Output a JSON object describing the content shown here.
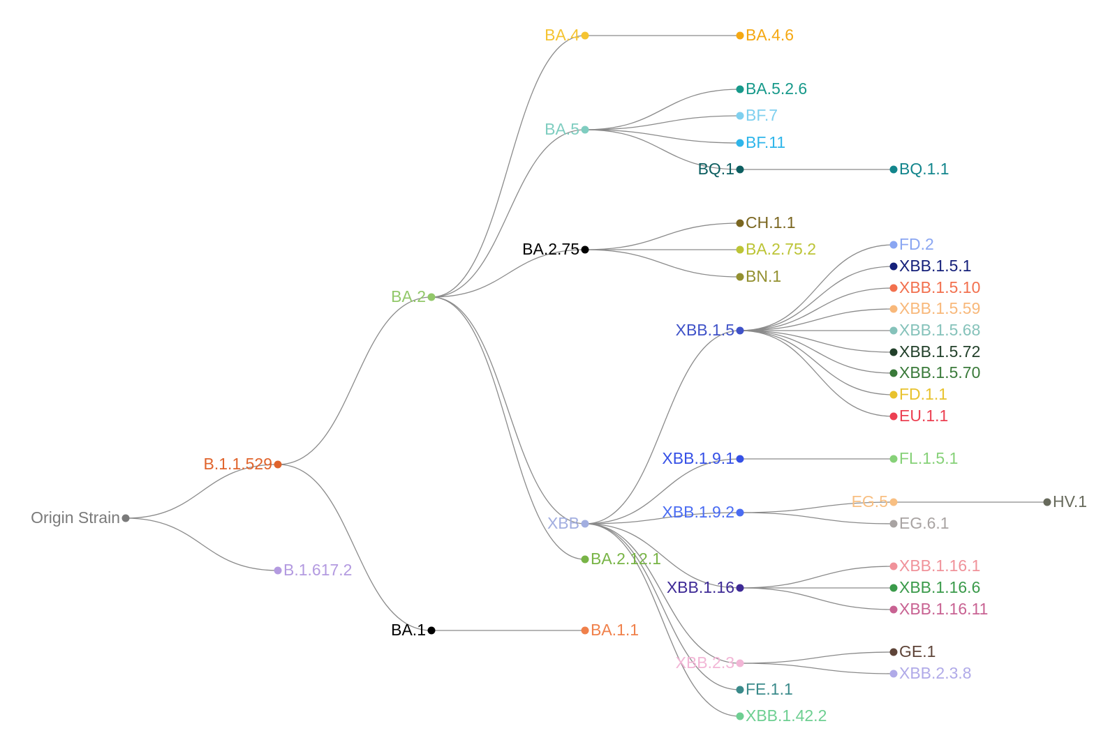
{
  "tree": {
    "name": "Origin Strain",
    "color": "#7a7a7a",
    "children": [
      {
        "name": "B.1.1.529",
        "color": "#e0632b",
        "children": [
          {
            "name": "BA.2",
            "color": "#92c86a",
            "children": [
              {
                "name": "BA.4",
                "color": "#f5c432",
                "children": [
                  {
                    "name": "BA.4.6",
                    "color": "#f5a812"
                  }
                ]
              },
              {
                "name": "BA.5",
                "color": "#7fcdc0",
                "children": [
                  {
                    "name": "BA.5.2.6",
                    "color": "#17998a"
                  },
                  {
                    "name": "BF.7",
                    "color": "#7fd0ef"
                  },
                  {
                    "name": "BF.11",
                    "color": "#2eb5ea"
                  },
                  {
                    "name": "BQ.1",
                    "color": "#0c5e60",
                    "children": [
                      {
                        "name": "BQ.1.1",
                        "color": "#12858c"
                      }
                    ]
                  }
                ]
              },
              {
                "name": "BA.2.75",
                "color": "#000000",
                "children": [
                  {
                    "name": "CH.1.1",
                    "color": "#7a6620"
                  },
                  {
                    "name": "BA.2.75.2",
                    "color": "#bcc436"
                  },
                  {
                    "name": "BN.1",
                    "color": "#939030"
                  }
                ]
              },
              {
                "name": "XBB",
                "color": "#a2aee0",
                "children": [
                  {
                    "name": "XBB.1.5",
                    "color": "#3f52c8",
                    "children": [
                      {
                        "name": "FD.2",
                        "color": "#8aa6f2"
                      },
                      {
                        "name": "XBB.1.5.1",
                        "color": "#15207a"
                      },
                      {
                        "name": "XBB.1.5.10",
                        "color": "#f2704e"
                      },
                      {
                        "name": "XBB.1.5.59",
                        "color": "#f8b87a"
                      },
                      {
                        "name": "XBB.1.5.68",
                        "color": "#85c2ba"
                      },
                      {
                        "name": "XBB.1.5.72",
                        "color": "#22402a"
                      },
                      {
                        "name": "XBB.1.5.70",
                        "color": "#3a7a3a"
                      },
                      {
                        "name": "FD.1.1",
                        "color": "#e8c22e"
                      },
                      {
                        "name": "EU.1.1",
                        "color": "#ec4052"
                      }
                    ]
                  },
                  {
                    "name": "XBB.1.9.1",
                    "color": "#3550e6",
                    "children": [
                      {
                        "name": "FL.1.5.1",
                        "color": "#86d178"
                      }
                    ]
                  },
                  {
                    "name": "XBB.1.9.2",
                    "color": "#4a6cf2",
                    "children": [
                      {
                        "name": "EG.5",
                        "color": "#f8bf82",
                        "children": [
                          {
                            "name": "HV.1",
                            "color": "#676a5c"
                          }
                        ]
                      },
                      {
                        "name": "EG.6.1",
                        "color": "#a8a3a2"
                      }
                    ]
                  },
                  {
                    "name": "XBB.1.16",
                    "color": "#3e2a96",
                    "children": [
                      {
                        "name": "XBB.1.16.1",
                        "color": "#f0929a"
                      },
                      {
                        "name": "XBB.1.16.6",
                        "color": "#3a9a4a"
                      },
                      {
                        "name": "XBB.1.16.11",
                        "color": "#c86292"
                      }
                    ]
                  },
                  {
                    "name": "XBB.2.3",
                    "color": "#f2b6d6",
                    "children": [
                      {
                        "name": "GE.1",
                        "color": "#5e4438"
                      },
                      {
                        "name": "XBB.2.3.8",
                        "color": "#b0aae8"
                      }
                    ]
                  },
                  {
                    "name": "FE.1.1",
                    "color": "#3a8a8a"
                  },
                  {
                    "name": "XBB.1.42.2",
                    "color": "#6ecf92"
                  }
                ]
              },
              {
                "name": "BA.2.12.1",
                "color": "#78b446"
              }
            ]
          },
          {
            "name": "BA.1",
            "color": "#000000",
            "children": [
              {
                "name": "BA.1.1",
                "color": "#f0804a"
              }
            ]
          }
        ]
      },
      {
        "name": "B.1.617.2",
        "color": "#b39ae0"
      }
    ]
  },
  "link_color": "#8a8a8a"
}
